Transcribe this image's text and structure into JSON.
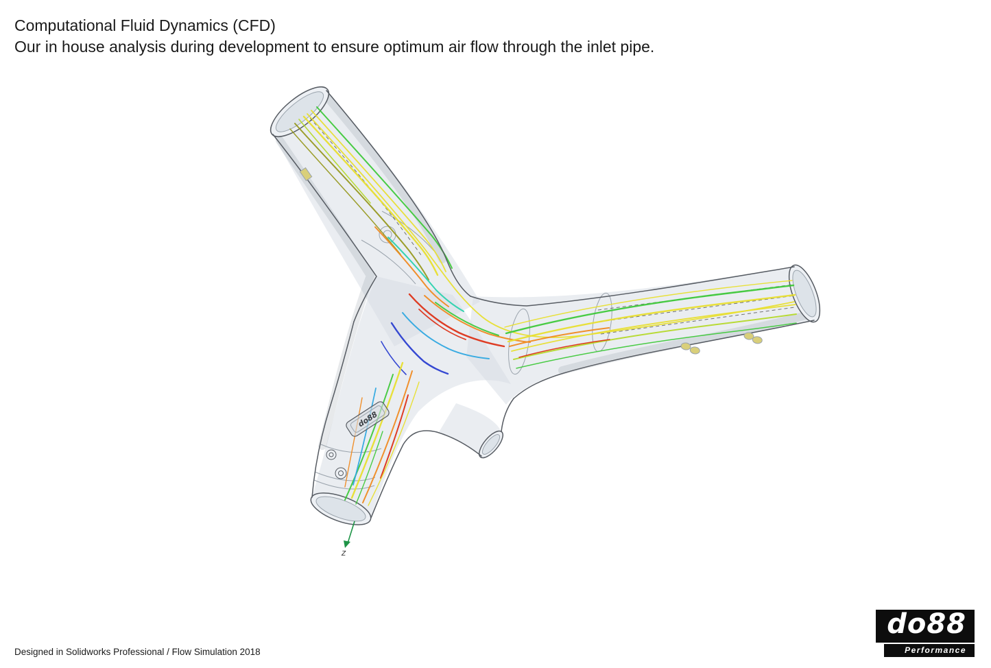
{
  "header": {
    "title": "Computational Fluid Dynamics (CFD)",
    "subtitle": "Our in house analysis during development to ensure optimum air flow through the inlet pipe."
  },
  "figure": {
    "badge_text": "do88",
    "z_axis_label": "Z"
  },
  "footer": {
    "note": "Designed in Solidworks Professional / Flow Simulation 2018"
  },
  "logo": {
    "name": "do88",
    "tagline": "Performance"
  },
  "colors": {
    "text": "#1a1a1a",
    "brand-black": "#0d0d0d",
    "logo-text": "#ffffff",
    "yellow": "#e8df2f",
    "olive": "#97991f",
    "yellow-green": "#b5d92b",
    "green": "#3fc93a",
    "teal": "#2bd2ae",
    "cyan": "#2fa8e0",
    "blue": "#2b3fd0",
    "orange": "#f08a20",
    "red": "#dd3318",
    "pipe-edge": "#565b62",
    "pipe-fill": "rgba(213,219,227,0.5)",
    "pipe-shade": "rgba(120,132,144,0.18)",
    "seam": "#9aa3ac",
    "opening-fill": "#edf0f4",
    "opening-inner": "#dde3e9",
    "hidden-line": "#1c1c1c",
    "axis-green": "#1e9447",
    "detail-brass": "#d9cf7a"
  }
}
